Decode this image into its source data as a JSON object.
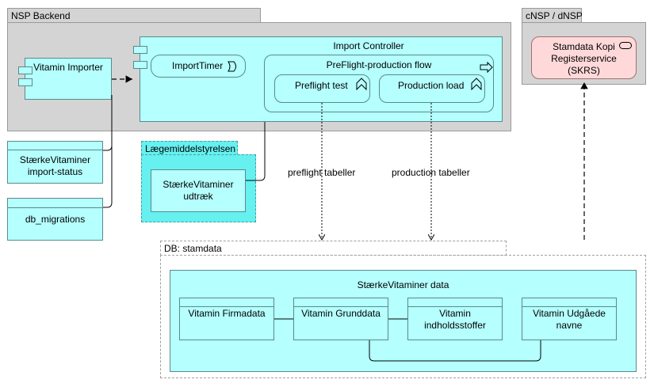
{
  "groups": {
    "nsp_backend": "NSP Backend",
    "cnsp_dnsp": "cNSP / dNSP",
    "laegemiddelstyrelsen": "Lægemiddelstyrelsen",
    "db_stamdata": "DB: stamdata"
  },
  "components": {
    "vitamin_importer": "Vitamin Importer",
    "import_controller": "Import Controller",
    "import_timer": "ImportTimer",
    "preflight_production_flow": "PreFlight-production flow",
    "preflight_test": "Preflight test",
    "production_load": "Production load",
    "stamdata_kopi": "Stamdata Kopi\nRegisterservice\n(SKRS)",
    "staerke_udtraek": "StærkeVitaminer\nudtræk",
    "import_status": "StærkeVitaminer\nimport-status",
    "db_migrations": "db_migrations",
    "staerke_data": "StærkeVitaminer data",
    "vitamin_firmadata": "Vitamin Firmadata",
    "vitamin_grunddata": "Vitamin Grunddata",
    "vitamin_indholdsstoffer": "Vitamin\nindholdsstoffer",
    "vitamin_udgaede": "Vitamin Udgåede\nnavne"
  },
  "edge_labels": {
    "preflight_tabeller": "preflight tabeller",
    "production_tabeller": "production tabeller"
  },
  "colors": {
    "group_grey": "#d4d4d4",
    "component_cyan": "#b5ffff",
    "service_pink": "#ffd9d9"
  }
}
